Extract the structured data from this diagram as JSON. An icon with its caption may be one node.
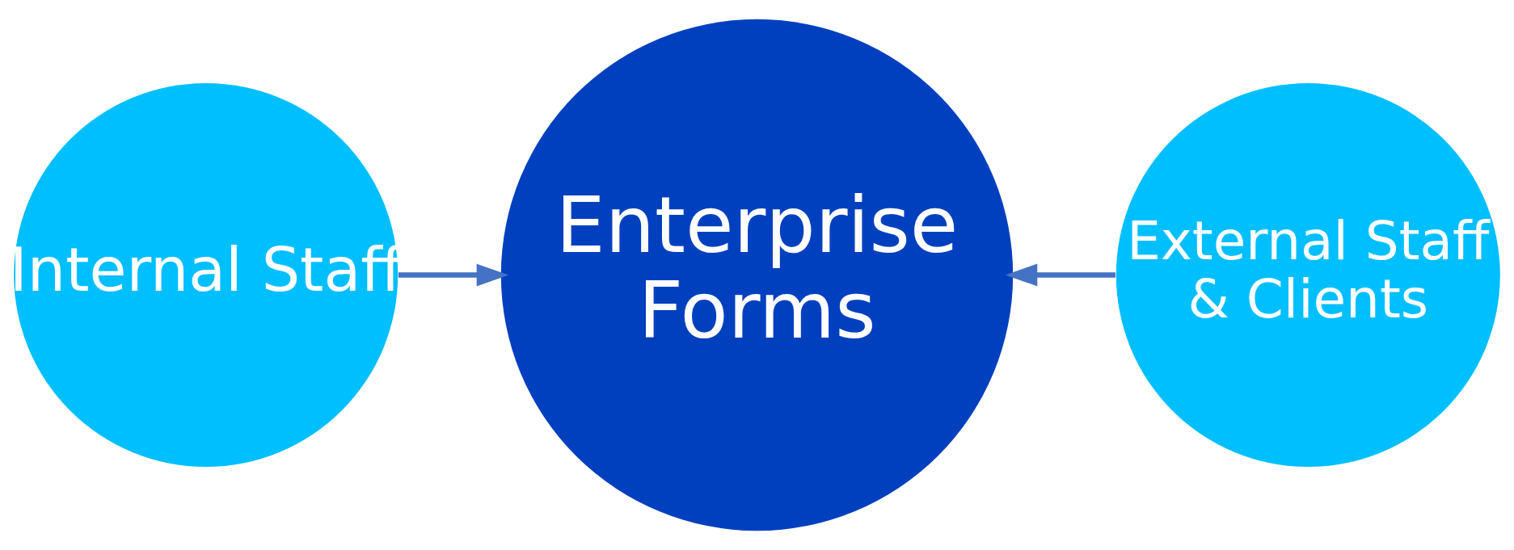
{
  "diagram": {
    "nodes": [
      {
        "text": [
          "Internal Staff"
        ]
      },
      {
        "text": [
          "Enterprise Forms"
        ]
      },
      {
        "text": [
          "External Staff & Clients"
        ]
      }
    ],
    "edges": [
      {
        "from": 0,
        "to": 1,
        "arrow": "to"
      },
      {
        "from": 2,
        "to": 1,
        "arrow": "to"
      }
    ]
  }
}
